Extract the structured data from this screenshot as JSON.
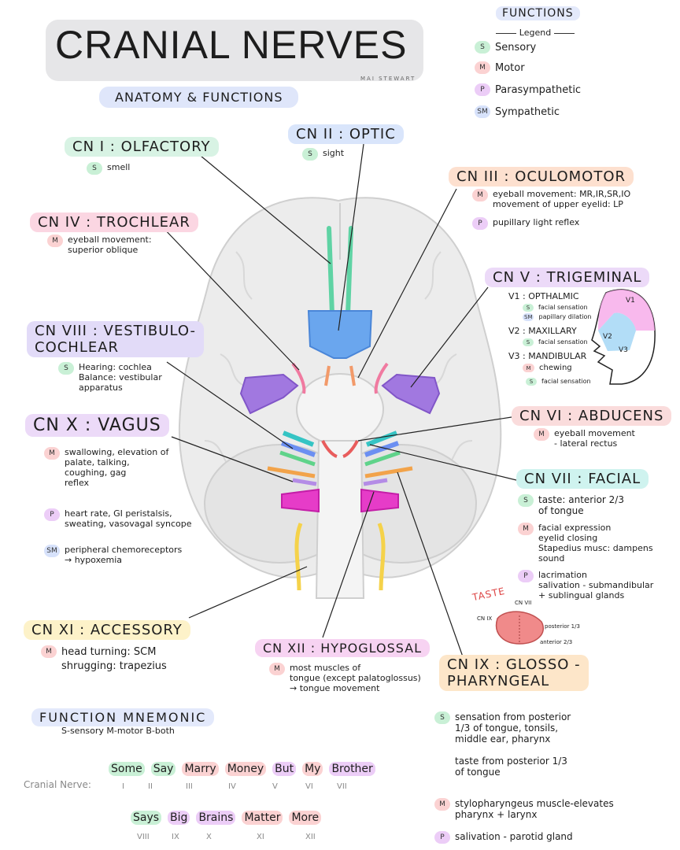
{
  "title": "CRANIAL NERVES",
  "author": "MAI STEWART",
  "subtitle": "ANATOMY & FUNCTIONS",
  "legend": {
    "title": "FUNCTIONS",
    "subtitle": "Legend",
    "items": [
      {
        "code": "S",
        "label": "Sensory"
      },
      {
        "code": "M",
        "label": "Motor"
      },
      {
        "code": "P",
        "label": "Parasympathetic"
      },
      {
        "code": "SM",
        "label": "Sympathetic"
      }
    ]
  },
  "nerves": {
    "cn1": {
      "title": "CN I : OLFACTORY",
      "functions": [
        {
          "code": "S",
          "text": "smell"
        }
      ]
    },
    "cn2": {
      "title": "CN II : OPTIC",
      "functions": [
        {
          "code": "S",
          "text": "sight"
        }
      ]
    },
    "cn3": {
      "title": "CN III : OCULOMOTOR",
      "functions": [
        {
          "code": "M",
          "text": "eyeball movement: MR,IR,SR,IO\nmovement of upper eyelid: LP"
        },
        {
          "code": "P",
          "text": "pupillary light reflex"
        }
      ]
    },
    "cn4": {
      "title": "CN IV : TROCHLEAR",
      "functions": [
        {
          "code": "M",
          "text": "eyeball movement:\nsuperior oblique"
        }
      ]
    },
    "cn5": {
      "title": "CN V : TRIGEMINAL",
      "v1": {
        "label": "V1 : OPTHALMIC",
        "functions": [
          {
            "code": "S",
            "text": "facial sensation"
          },
          {
            "code": "SM",
            "text": "papillary dilation"
          }
        ]
      },
      "v2": {
        "label": "V2 : MAXILLARY",
        "functions": [
          {
            "code": "S",
            "text": "facial sensation"
          }
        ]
      },
      "v3": {
        "label": "V3 : MANDIBULAR",
        "functions": [
          {
            "code": "M",
            "text": "chewing"
          },
          {
            "code": "S",
            "text": "facial sensation"
          }
        ]
      },
      "face_labels": [
        "V1",
        "V2",
        "V3"
      ]
    },
    "cn6": {
      "title": "CN VI : ABDUCENS",
      "functions": [
        {
          "code": "M",
          "text": "eyeball movement\n- lateral rectus"
        }
      ]
    },
    "cn7": {
      "title": "CN VII : FACIAL",
      "functions": [
        {
          "code": "S",
          "text": "taste: anterior 2/3\nof tongue"
        },
        {
          "code": "M",
          "text": "facial expression\neyelid closing\nStapedius musc: dampens sound"
        },
        {
          "code": "P",
          "text": "lacrimation\nsalivation - submandibular\n+ sublingual glands"
        }
      ]
    },
    "cn8": {
      "title": "CN VIII : VESTIBULO-\nCOCHLEAR",
      "functions": [
        {
          "code": "S",
          "text": "Hearing: cochlea\nBalance: vestibular\napparatus"
        }
      ]
    },
    "cn9": {
      "title": "CN IX : GLOSSO -\nPHARYNGEAL",
      "functions": [
        {
          "code": "S",
          "text": "sensation from posterior\n1/3 of tongue, tonsils,\nmiddle ear, pharynx\n\ntaste from posterior 1/3\nof tongue"
        },
        {
          "code": "M",
          "text": "stylopharyngeus muscle-elevates\npharynx + larynx"
        },
        {
          "code": "P",
          "text": "salivation - parotid gland"
        }
      ]
    },
    "cn10": {
      "title": "CN X : VAGUS",
      "functions": [
        {
          "code": "M",
          "text": "swallowing, elevation of\npalate, talking,\ncoughing, gag\nreflex"
        },
        {
          "code": "P",
          "text": "heart rate, GI peristalsis,\nsweating, vasovagal syncope"
        },
        {
          "code": "SM",
          "text": "peripheral chemoreceptors\n→ hypoxemia"
        }
      ]
    },
    "cn11": {
      "title": "CN XI : ACCESSORY",
      "functions": [
        {
          "code": "M",
          "text": "head turning: SCM\nshrugging: trapezius"
        }
      ]
    },
    "cn12": {
      "title": "CN XII : HYPOGLOSSAL",
      "functions": [
        {
          "code": "M",
          "text": "most muscles of\ntongue (except palatoglossus)\n→ tongue movement"
        }
      ]
    }
  },
  "taste": {
    "label": "TASTE",
    "cn_top": "CN VII",
    "cn_left": "CN IX",
    "posterior": "posterior 1/3",
    "anterior": "anterior 2/3"
  },
  "mnemonic": {
    "title": "FUNCTION MNEMONIC",
    "subtitle": "S-sensory   M-motor   B-both",
    "cranial_label": "Cranial Nerve:",
    "line1": [
      {
        "word": "Some",
        "numeral": "I",
        "type": "S"
      },
      {
        "word": "Say",
        "numeral": "II",
        "type": "S"
      },
      {
        "word": "Marry",
        "numeral": "III",
        "type": "M"
      },
      {
        "word": "Money",
        "numeral": "IV",
        "type": "M"
      },
      {
        "word": "But",
        "numeral": "V",
        "type": "B"
      },
      {
        "word": "My",
        "numeral": "VI",
        "type": "M"
      },
      {
        "word": "Brother",
        "numeral": "VII",
        "type": "B"
      }
    ],
    "line2": [
      {
        "word": "Says",
        "numeral": "VIII",
        "type": "S"
      },
      {
        "word": "Big",
        "numeral": "IX",
        "type": "B"
      },
      {
        "word": "Brains",
        "numeral": "X",
        "type": "B"
      },
      {
        "word": "Matter",
        "numeral": "XI",
        "type": "M"
      },
      {
        "word": "More",
        "numeral": "XII",
        "type": "M"
      }
    ]
  },
  "colors": {
    "olfactory": "#5fd3a4",
    "optic": "#5b9bea",
    "oculomotor": "#f29a6a",
    "trochlear": "#f07aa0",
    "trigeminal": "#a178e0",
    "abducens": "#e85c5c",
    "facial": "#35c4c4",
    "vestibulocochlear": "#6b8ff2",
    "glossopharyngeal": "#f2a34a",
    "vagus": "#e63cc8",
    "accessory": "#f5d24a",
    "hypoglossal": "#b48ce6"
  }
}
